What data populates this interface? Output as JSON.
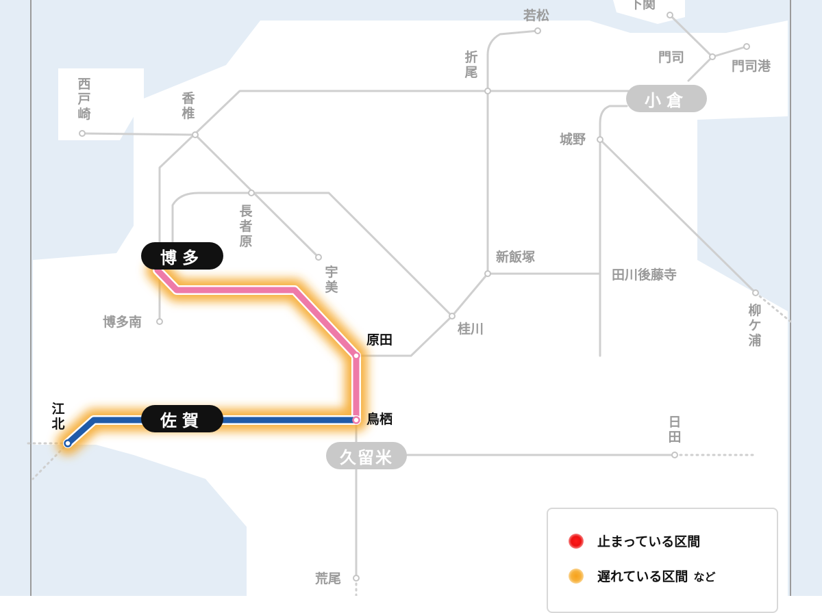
{
  "stations": {
    "shimonoseki": "下関",
    "wakamatsu": "若松",
    "mojiko": "門司港",
    "moji": "門司",
    "orio": "折尾",
    "kokura": "小倉",
    "nishitozaki": "西戸崎",
    "kashii": "香椎",
    "jono": "城野",
    "chojabaru": "長者原",
    "hakata": "博多",
    "umi": "宇美",
    "shiniizuka": "新飯塚",
    "tagawagotoji": "田川後藤寺",
    "hakataminami": "博多南",
    "keisen": "桂川",
    "haruda": "原田",
    "yanagigaura": "柳ケ浦",
    "kohoku": "江北",
    "saga": "佐賀",
    "tosu": "鳥栖",
    "hita": "日田",
    "kurume": "久留米",
    "arao": "荒尾"
  },
  "legend": {
    "stopped": "止まっている区間",
    "delayed": "遅れている区間",
    "delayed_suffix": "など"
  },
  "colors": {
    "water": "#e4edf6",
    "land": "#ffffff",
    "line_normal": "#cfcfcf",
    "line_hakata_haruda_tosu": "#ee7aa8",
    "line_tosu_saga_kohoku": "#1f5aa8",
    "status_stopped": "#ee1111",
    "status_delayed": "#f5a623",
    "pill_major": "#111111",
    "pill_minor": "#c9c9c9"
  }
}
